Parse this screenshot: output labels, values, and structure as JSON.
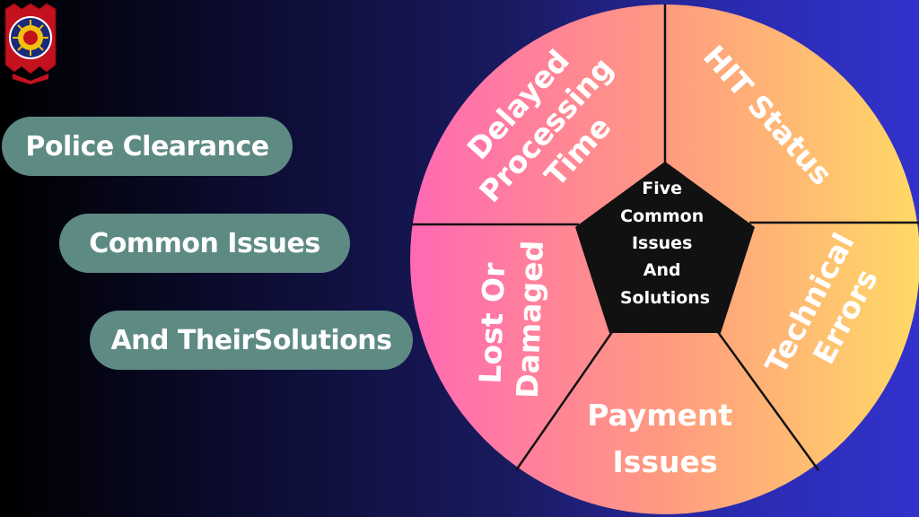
{
  "title_lines": [
    "Police Clearance",
    "Common Issues",
    "And TheirSolutions"
  ],
  "center_lines": [
    "Five",
    "Common",
    "Issues",
    "And",
    "Solutions"
  ],
  "segments": [
    {
      "lines": [
        "Delayed",
        "Processing",
        "Time"
      ]
    },
    {
      "lines": [
        "HIT Status"
      ]
    },
    {
      "lines": [
        "Technical",
        "Errors"
      ]
    },
    {
      "lines": [
        "Payment",
        "Issues"
      ]
    },
    {
      "lines": [
        "Lost Or",
        "Damaged"
      ]
    }
  ],
  "colors": {
    "pill": "#5e8a84",
    "wheel_left": "#ff69b4",
    "wheel_right": "#ffd966",
    "center": "#111111",
    "divider": "#111111"
  },
  "icons": [
    "pnp-seal-icon"
  ]
}
